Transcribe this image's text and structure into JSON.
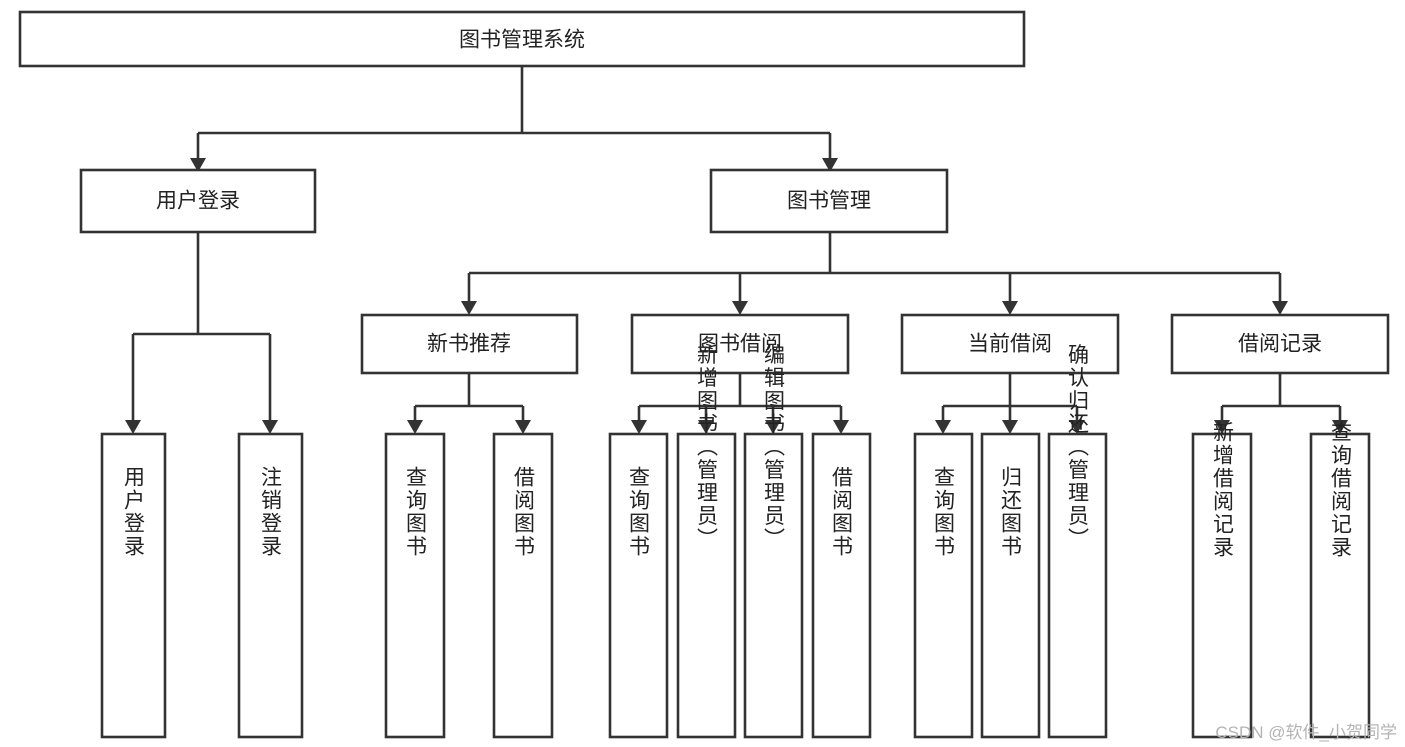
{
  "diagram": {
    "type": "tree-hierarchy-chart",
    "title": "图书管理系统",
    "orientation": "top-down",
    "colors": {
      "box_stroke": "#333333",
      "box_fill": "#ffffff",
      "connector": "#333333",
      "text": "#222222",
      "watermark": "#b4b4b4",
      "background": "#ffffff"
    },
    "root": {
      "label": "图书管理系统"
    },
    "level2": [
      {
        "label": "用户登录"
      },
      {
        "label": "图书管理"
      }
    ],
    "level3": [
      {
        "label": "新书推荐"
      },
      {
        "label": "图书借阅"
      },
      {
        "label": "当前借阅"
      },
      {
        "label": "借阅记录"
      }
    ],
    "leaves": {
      "user_login": [
        {
          "label": "用户登录"
        },
        {
          "label": "注销登录"
        }
      ],
      "new_book_recommend": [
        {
          "label": "查询图书"
        },
        {
          "label": "借阅图书"
        }
      ],
      "book_borrow": [
        {
          "label": "查询图书"
        },
        {
          "label": "新增图书（管理员）"
        },
        {
          "label": "编辑图书（管理员）"
        },
        {
          "label": "借阅图书"
        }
      ],
      "current_borrow": [
        {
          "label": "查询图书"
        },
        {
          "label": "归还图书"
        },
        {
          "label": "确认归还（管理员）"
        }
      ],
      "borrow_record": [
        {
          "label": "新增借阅记录"
        },
        {
          "label": "查询借阅记录"
        }
      ]
    }
  },
  "watermark": {
    "text": "CSDN @软件_小贺同学"
  }
}
